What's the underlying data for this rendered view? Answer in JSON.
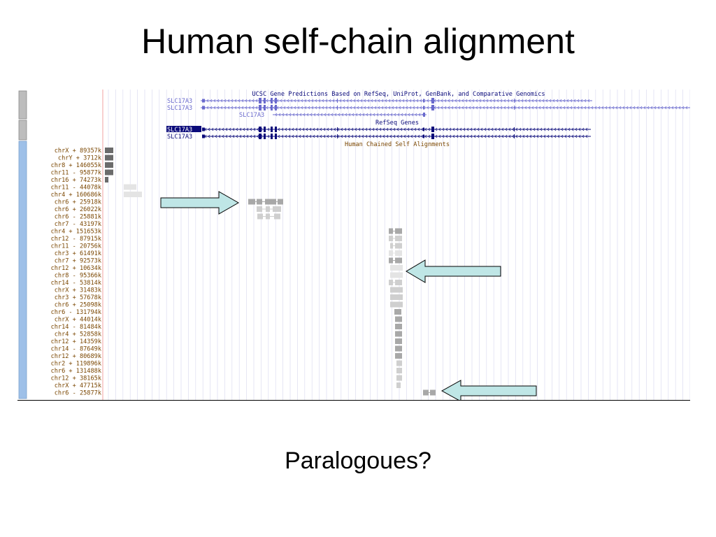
{
  "slide": {
    "title": "Human self-chain alignment",
    "caption": "Paralogoues?"
  },
  "browser": {
    "tracks": {
      "ucsc_genes": {
        "title": "UCSC Gene Predictions Based on RefSeq, UniProt, GenBank, and Comparative Genomics",
        "genes": [
          "SLC17A3",
          "SLC17A3",
          "SLC17A3"
        ]
      },
      "refseq_genes": {
        "title": "RefSeq Genes",
        "genes": [
          "SLC17A3",
          "SLC17A3"
        ]
      },
      "self_chain": {
        "title": "Human Chained Self Alignments",
        "rows": [
          {
            "label": "chrX + 89357k",
            "shade": "dark",
            "blocks": [
              [
                150,
                12
              ]
            ]
          },
          {
            "label": "chrY + 3712k",
            "shade": "dark",
            "blocks": [
              [
                150,
                12
              ]
            ]
          },
          {
            "label": "chr8 + 146055k",
            "shade": "dark",
            "blocks": [
              [
                150,
                12
              ]
            ]
          },
          {
            "label": "chr11 - 95877k",
            "shade": "dark",
            "blocks": [
              [
                150,
                12
              ]
            ]
          },
          {
            "label": "chr16 + 74273k",
            "shade": "dark",
            "blocks": [
              [
                150,
                5
              ]
            ]
          },
          {
            "label": "chr11 - 44078k",
            "shade": "vlight",
            "blocks": [
              [
                177,
                18
              ]
            ]
          },
          {
            "label": "chr4 + 160686k",
            "shade": "vlight",
            "blocks": [
              [
                177,
                26
              ]
            ]
          },
          {
            "label": "chr6 + 25918k",
            "shade": "mid",
            "blocks": [
              [
                355,
                10
              ],
              [
                367,
                8
              ],
              [
                379,
                16
              ],
              [
                397,
                8
              ]
            ]
          },
          {
            "label": "chr6 + 26022k",
            "shade": "light",
            "blocks": [
              [
                367,
                8
              ],
              [
                380,
                6
              ],
              [
                390,
                12
              ]
            ]
          },
          {
            "label": "chr6 - 25881k",
            "shade": "light",
            "blocks": [
              [
                368,
                8
              ],
              [
                380,
                6
              ],
              [
                392,
                9
              ]
            ]
          },
          {
            "label": "chr7 - 43197k",
            "shade": "vlight",
            "blocks": []
          },
          {
            "label": "chr4 + 151653k",
            "shade": "mid",
            "blocks": [
              [
                556,
                6
              ],
              [
                565,
                10
              ]
            ]
          },
          {
            "label": "chr12 - 87915k",
            "shade": "light",
            "blocks": [
              [
                556,
                6
              ],
              [
                565,
                10
              ]
            ]
          },
          {
            "label": "chr11 - 20756k",
            "shade": "light",
            "blocks": [
              [
                558,
                4
              ],
              [
                565,
                10
              ]
            ]
          },
          {
            "label": "chr3 + 61491k",
            "shade": "vlight",
            "blocks": [
              [
                556,
                6
              ],
              [
                565,
                10
              ]
            ]
          },
          {
            "label": "chr7 + 92573k",
            "shade": "mid",
            "blocks": [
              [
                556,
                6
              ],
              [
                565,
                10
              ]
            ]
          },
          {
            "label": "chr12 + 10634k",
            "shade": "vlight",
            "blocks": [
              [
                558,
                18
              ]
            ]
          },
          {
            "label": "chr8 - 95366k",
            "shade": "vlight",
            "blocks": [
              [
                558,
                18
              ]
            ]
          },
          {
            "label": "chr14 - 53814k",
            "shade": "light",
            "blocks": [
              [
                556,
                6
              ],
              [
                565,
                10
              ]
            ]
          },
          {
            "label": "chrX + 31483k",
            "shade": "light",
            "blocks": [
              [
                558,
                18
              ]
            ]
          },
          {
            "label": "chr3 + 57678k",
            "shade": "light",
            "blocks": [
              [
                558,
                18
              ]
            ]
          },
          {
            "label": "chr6 + 25098k",
            "shade": "light",
            "blocks": [
              [
                558,
                18
              ]
            ]
          },
          {
            "label": "chr6 - 131794k",
            "shade": "mid",
            "blocks": [
              [
                564,
                10
              ]
            ]
          },
          {
            "label": "chrX + 44014k",
            "shade": "mid",
            "blocks": [
              [
                565,
                10
              ]
            ]
          },
          {
            "label": "chr14 - 81484k",
            "shade": "mid",
            "blocks": [
              [
                565,
                10
              ]
            ]
          },
          {
            "label": "chr4 + 52858k",
            "shade": "mid",
            "blocks": [
              [
                565,
                10
              ]
            ]
          },
          {
            "label": "chr12 + 14359k",
            "shade": "mid",
            "blocks": [
              [
                565,
                10
              ]
            ]
          },
          {
            "label": "chr14 - 87649k",
            "shade": "mid",
            "blocks": [
              [
                565,
                10
              ]
            ]
          },
          {
            "label": "chr12 + 80689k",
            "shade": "mid",
            "blocks": [
              [
                565,
                10
              ]
            ]
          },
          {
            "label": "chr2 + 119896k",
            "shade": "light",
            "blocks": [
              [
                567,
                8
              ]
            ]
          },
          {
            "label": "chr6 + 131488k",
            "shade": "light",
            "blocks": [
              [
                567,
                8
              ]
            ]
          },
          {
            "label": "chr12 + 38165k",
            "shade": "light",
            "blocks": [
              [
                567,
                8
              ]
            ]
          },
          {
            "label": "chrX + 47715k",
            "shade": "light",
            "blocks": [
              [
                567,
                6
              ]
            ]
          },
          {
            "label": "chr6 - 25877k",
            "shade": "mid",
            "blocks": [
              [
                605,
                8
              ],
              [
                615,
                8
              ]
            ]
          }
        ]
      }
    },
    "colors": {
      "gene": "#0a0a7a",
      "gene_light": "#6a6acd",
      "chain_dark": "#6b6b6b",
      "chain_mid": "#a8a8a8",
      "chain_light": "#cfcfcf",
      "chain_vlight": "#e4e4e4",
      "arrow_fill": "#bfe6e6",
      "side_bar": "#9ec0e8"
    }
  }
}
